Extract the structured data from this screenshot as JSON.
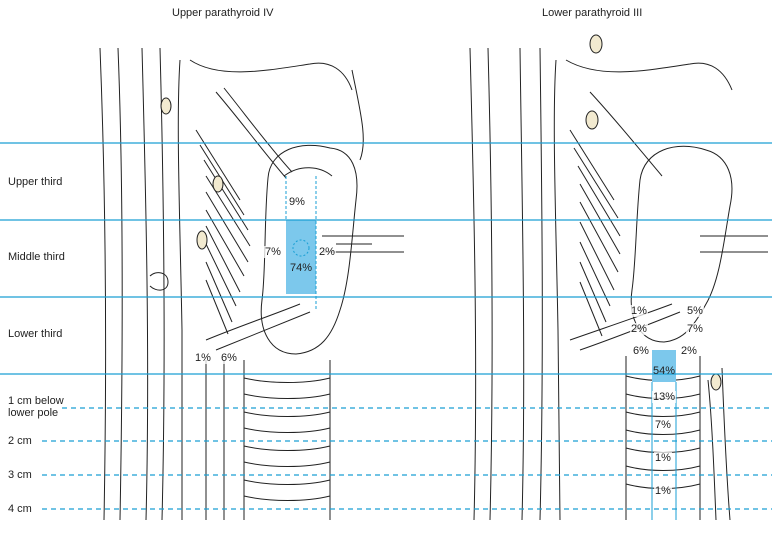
{
  "panels": {
    "left_title": "Upper parathyroid IV",
    "right_title": "Lower parathyroid III"
  },
  "rows": {
    "upper_third": "Upper third",
    "middle_third": "Middle third",
    "lower_third": "Lower third",
    "below_1cm_line1": "1 cm below",
    "below_1cm_line2": "lower pole",
    "cm2": "2 cm",
    "cm3": "3 cm",
    "cm4": "4 cm"
  },
  "left_percentages": {
    "upper_center": "9%",
    "middle_left": "7%",
    "middle_center": "74%",
    "middle_right": "2%",
    "bottom_left": "1%",
    "bottom_right": "6%"
  },
  "right_percentages": {
    "lower_left_1": "1%",
    "lower_left_2": "2%",
    "lower_left_3": "6%",
    "lower_right_1": "5%",
    "lower_right_2": "7%",
    "lower_right_3": "2%",
    "below_1": "54%",
    "below_2": "13%",
    "below_3": "7%",
    "below_4": "1%",
    "below_5": "1%"
  },
  "colors": {
    "zone_line": "#1a9fd4",
    "highlight_fill": "#7cc8ec",
    "drawing_ink": "#222222"
  }
}
